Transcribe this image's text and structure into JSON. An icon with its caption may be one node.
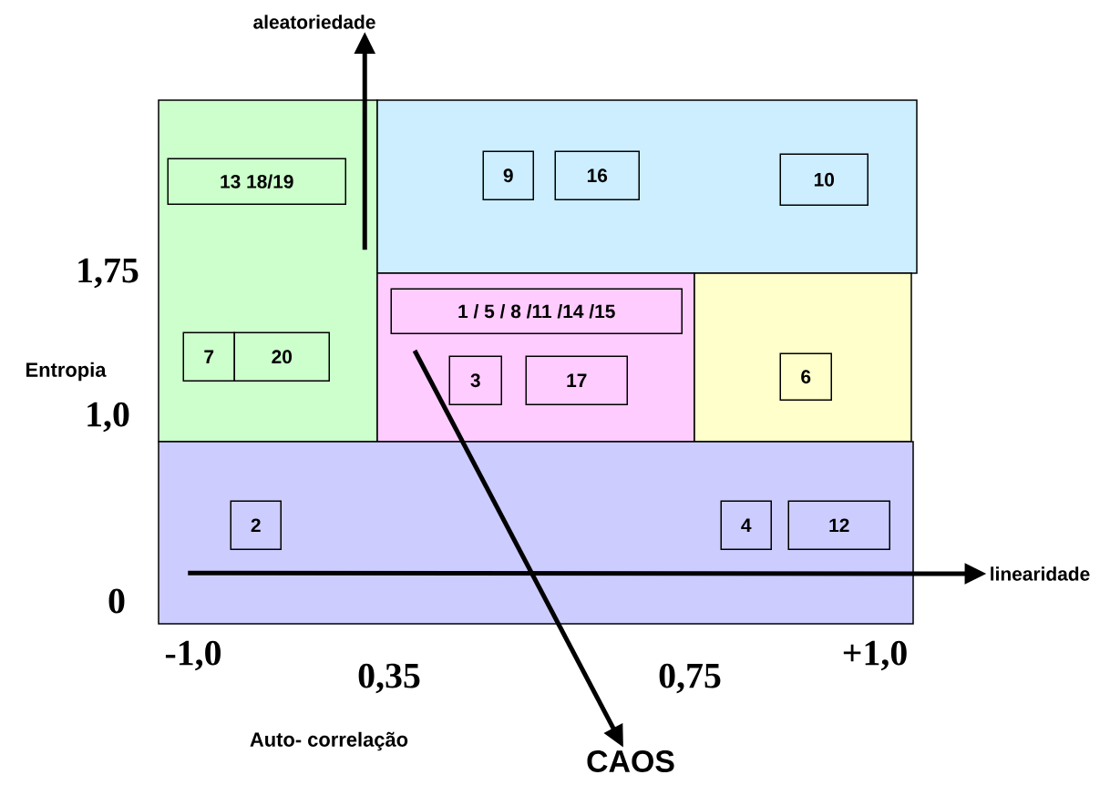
{
  "diagram": {
    "nodes": [
      {
        "text": [],
        "shape": "box"
      },
      {
        "text": [
          "13 18/19"
        ],
        "in": 0
      },
      {
        "text": [
          "7"
        ],
        "in": 0
      },
      {
        "text": [
          "20"
        ],
        "in": 0
      },
      {
        "text": [],
        "shape": "box"
      },
      {
        "text": [
          "9"
        ],
        "in": 4
      },
      {
        "text": [
          "16"
        ],
        "in": 4
      },
      {
        "text": [
          "10"
        ],
        "in": 4
      },
      {
        "text": [],
        "shape": "box"
      },
      {
        "text": [
          "1 / 5 / 8 /11 /14 /15"
        ],
        "in": 8
      },
      {
        "text": [
          "3"
        ],
        "in": 8
      },
      {
        "text": [
          "17"
        ],
        "in": 8
      },
      {
        "text": [],
        "shape": "box"
      },
      {
        "text": [
          "6"
        ],
        "in": 12
      },
      {
        "text": [],
        "shape": "box"
      },
      {
        "text": [
          "2"
        ],
        "in": 14
      },
      {
        "text": [
          "4"
        ],
        "in": 14
      },
      {
        "text": [
          "12"
        ],
        "in": 14
      },
      {
        "text": [
          "aleatoriedade"
        ]
      },
      {
        "text": [
          "linearidade"
        ]
      },
      {
        "text": [
          "CAOS"
        ]
      }
    ],
    "edges": [
      {
        "from": 0,
        "to": 18,
        "arrow": "to"
      },
      {
        "from": 14,
        "to": 19,
        "arrow": "to"
      },
      {
        "from": null,
        "to": 20,
        "arrow": "to"
      }
    ],
    "labels": [
      "1,75",
      "Entropia",
      "1,0",
      "0",
      "-1,0",
      "0,35",
      "0,75",
      "+1,0",
      "Auto- correlação"
    ]
  }
}
